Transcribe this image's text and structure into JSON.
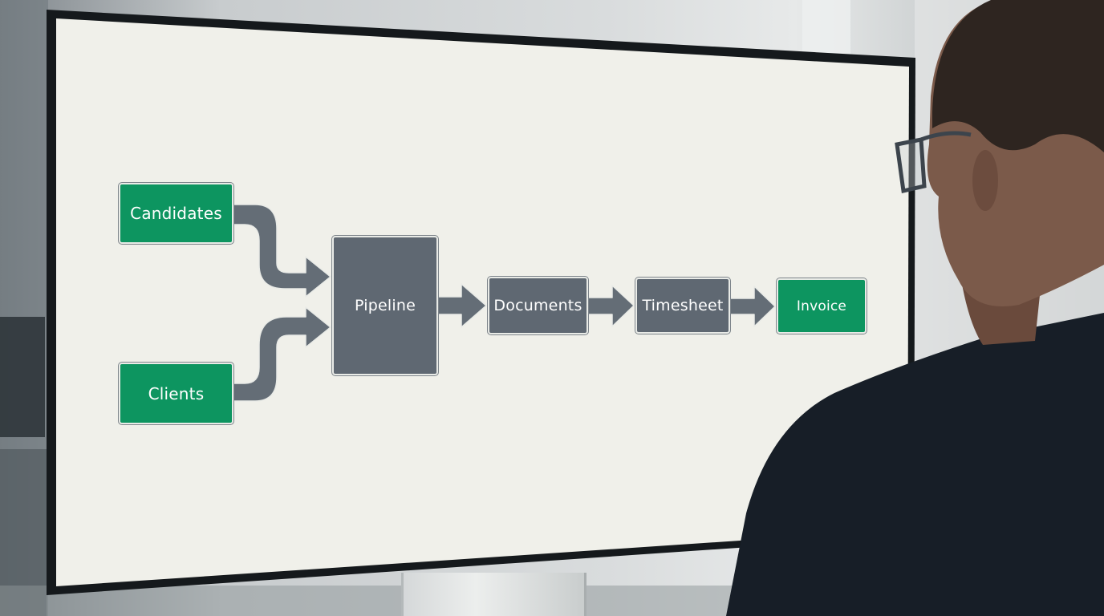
{
  "diagram": {
    "nodes": {
      "candidates": "Candidates",
      "clients": "Clients",
      "pipeline": "Pipeline",
      "documents": "Documents",
      "timesheet": "Timesheet",
      "invoice": "Invoice"
    },
    "colors": {
      "source_node": "#0d9560",
      "process_node": "#5f6872",
      "arrow": "#646d76",
      "screen_background": "#f0f0ea"
    }
  }
}
